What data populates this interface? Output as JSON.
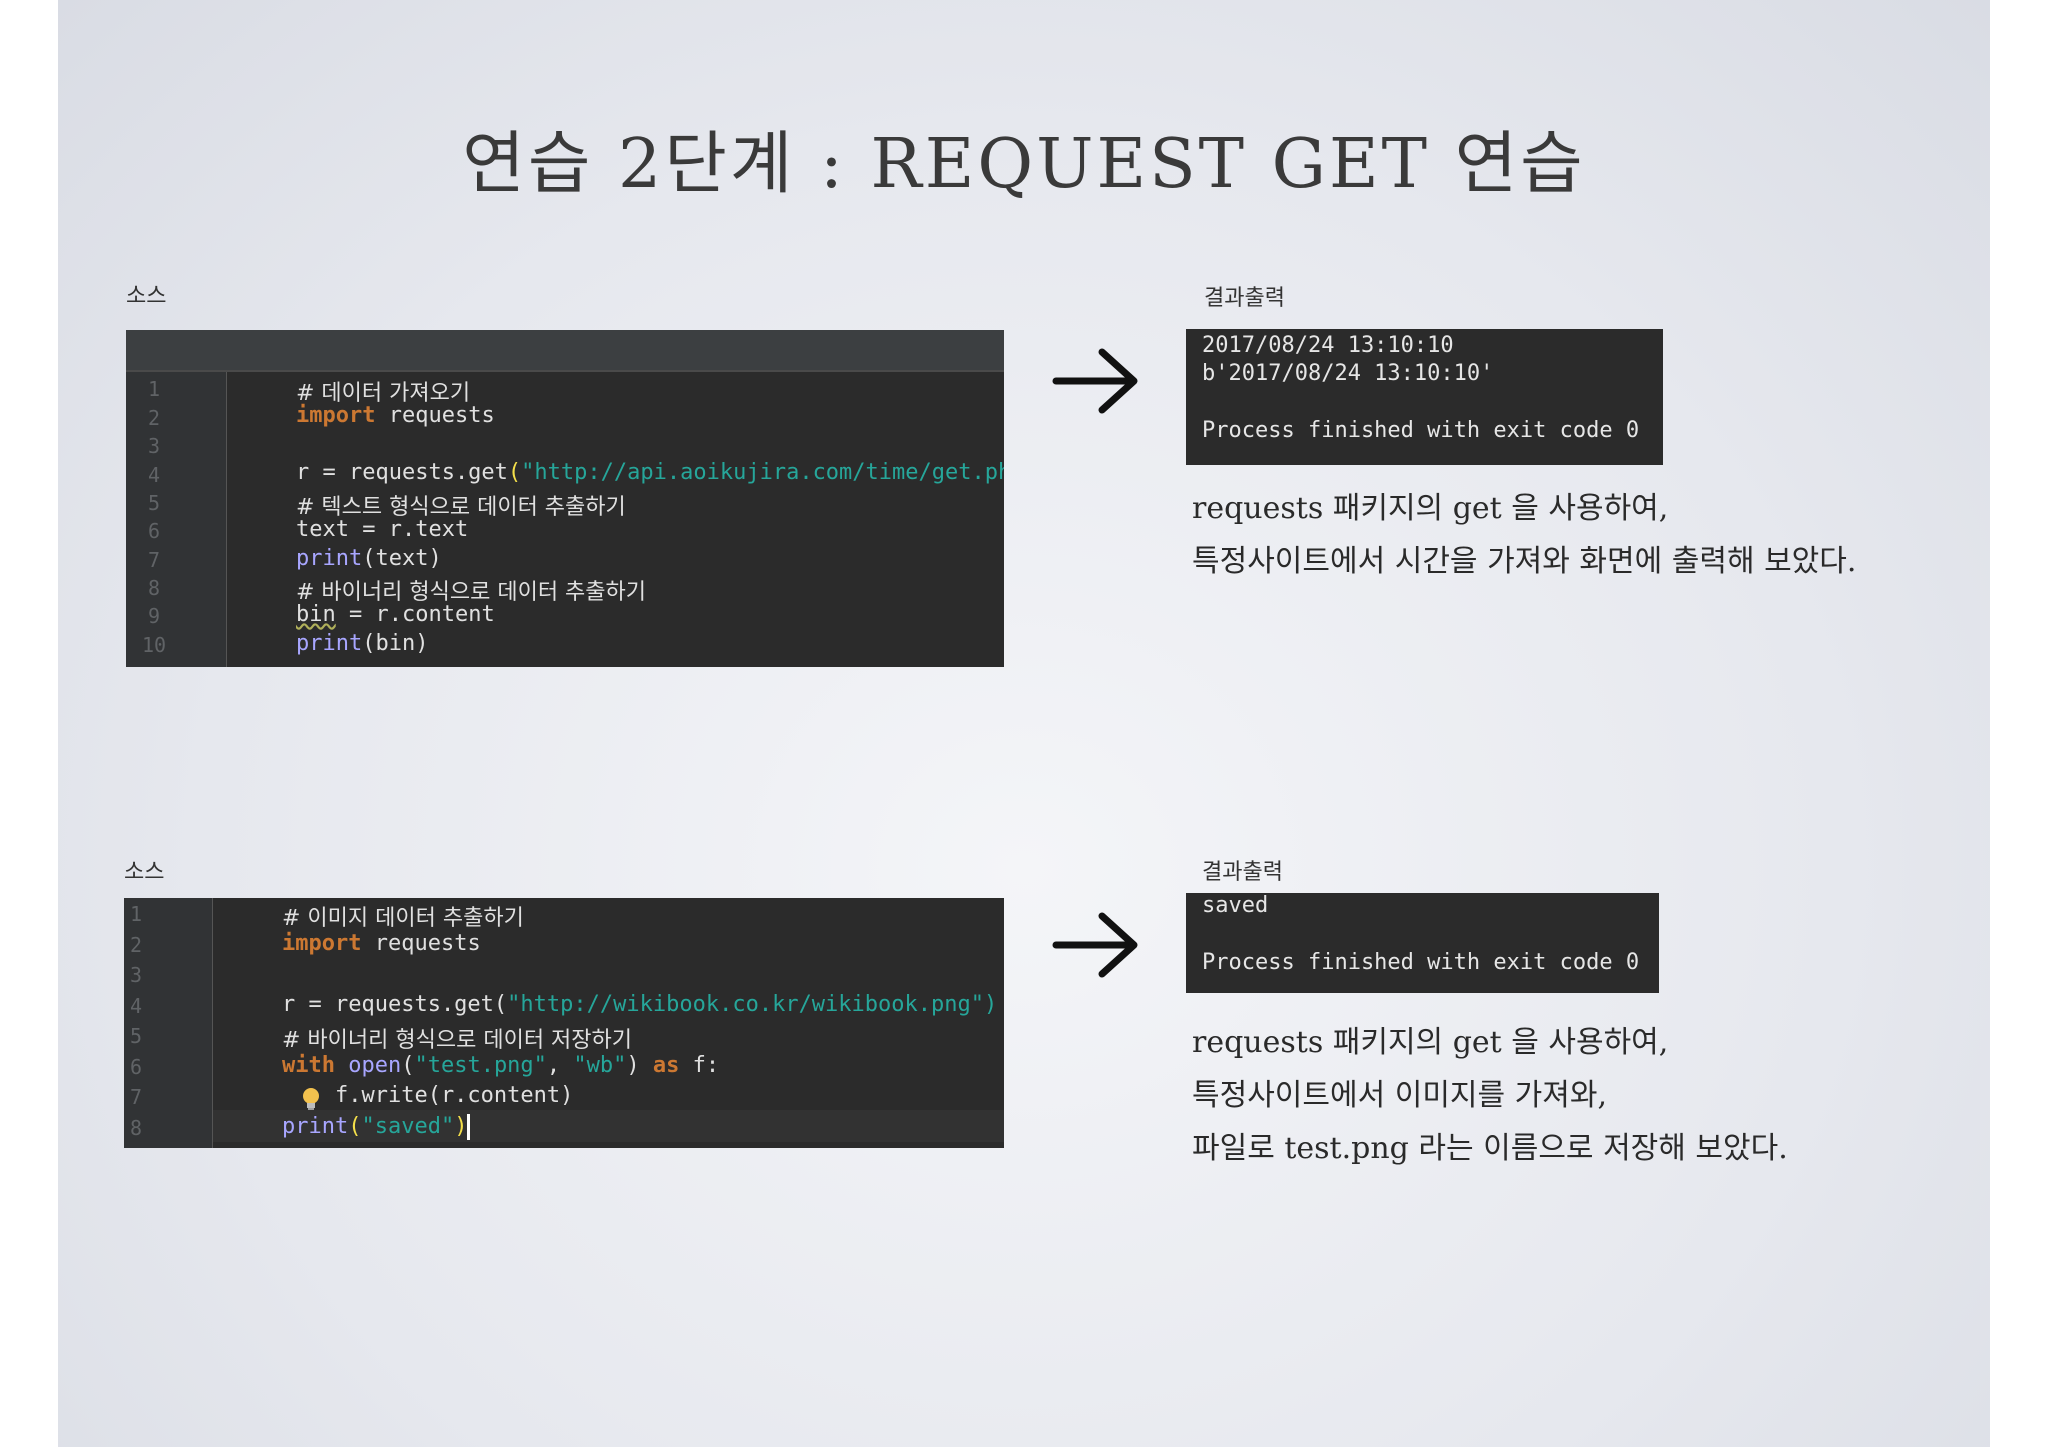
{
  "title": "연습 2단계 : REQUEST GET 연습",
  "section1": {
    "source_label": "소스",
    "result_label": "결과출력",
    "code_lines": [
      "# 데이터 가져오기",
      "import requests",
      "",
      "r = requests.get(\"http://api.aoikujira.com/time/get.php\")",
      "# 텍스트 형식으로 데이터 추출하기",
      "text = r.text",
      "print(text)",
      "# 바이너리 형식으로 데이터 추출하기",
      "bin = r.content",
      "print(bin)"
    ],
    "line_numbers": [
      "1",
      "2",
      "3",
      "4",
      "5",
      "6",
      "7",
      "8",
      "9",
      "10"
    ],
    "output_lines": [
      "2017/08/24 13:10:10",
      "b'2017/08/24 13:10:10'",
      "",
      "Process finished with exit code 0"
    ],
    "description": [
      "requests 패키지의 get 을 사용하여,",
      "특정사이트에서 시간을 가져와 화면에 출력해 보았다."
    ]
  },
  "section2": {
    "source_label": "소스",
    "result_label": "결과출력",
    "code_lines": [
      "# 이미지 데이터 추출하기",
      "import requests",
      "",
      "r = requests.get(\"http://wikibook.co.kr/wikibook.png\")",
      "# 바이너리 형식으로 데이터 저장하기",
      "with open(\"test.png\", \"wb\") as f:",
      "    f.write(r.content)",
      "print(\"saved\")"
    ],
    "line_numbers": [
      "1",
      "2",
      "3",
      "4",
      "5",
      "6",
      "7",
      "8"
    ],
    "output_lines": [
      "saved",
      "",
      "Process finished with exit code 0"
    ],
    "description": [
      "requests 패키지의 get 을 사용하여,",
      "특정사이트에서 이미지를 가져와,",
      "파일로 test.png 라는 이름으로 저장해 보았다."
    ]
  },
  "icons": {
    "arrow": "right-arrow-icon",
    "bulb": "lightbulb-icon"
  },
  "colors": {
    "editor_bg": "#2b2b2b",
    "keyword": "#cc7832",
    "string": "#26a69a",
    "function": "#a8a6ff",
    "comment": "#8c8c8c"
  }
}
